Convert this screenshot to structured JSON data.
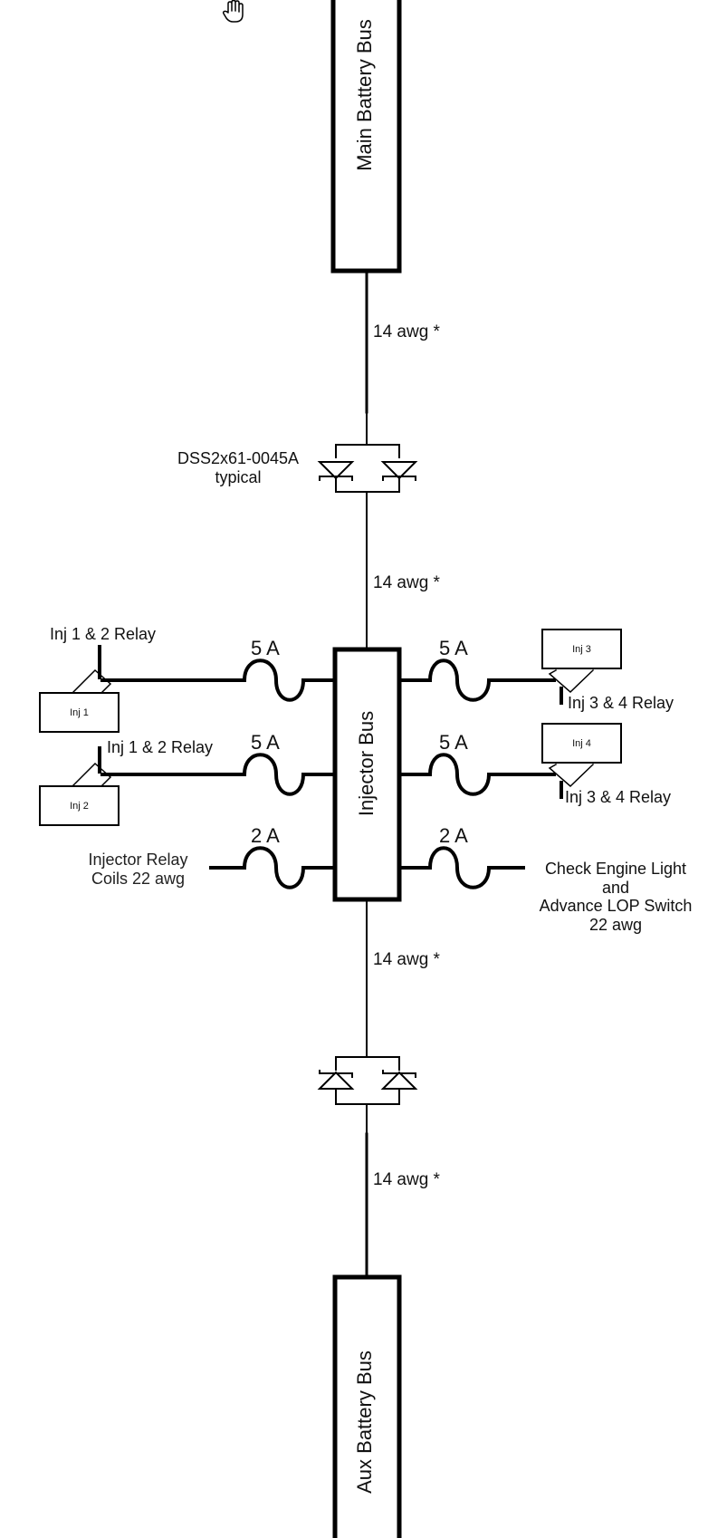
{
  "diagram": {
    "title": "Injector Bus Wiring Schematic",
    "buses": {
      "main": {
        "label": "Main Battery Bus"
      },
      "injector": {
        "label": "Injector Bus"
      },
      "aux": {
        "label": "Aux Battery Bus"
      }
    },
    "wire_labels": {
      "main_to_diode": "14 awg *",
      "diode_to_injector": "14 awg *",
      "injector_to_diode": "14 awg *",
      "diode_to_aux": "14 awg *"
    },
    "diode": {
      "part_number": "DSS2x61-0045A",
      "note": "typical"
    },
    "left_branches": [
      {
        "fuse": "5 A",
        "relay_label": "Inj 1 & 2 Relay",
        "injector": "Inj 1"
      },
      {
        "fuse": "5 A",
        "relay_label": "Inj 1 & 2 Relay",
        "injector": "Inj 2"
      },
      {
        "fuse": "2 A",
        "load_line1": "Injector Relay",
        "load_line2": "Coils 22 awg"
      }
    ],
    "right_branches": [
      {
        "fuse": "5 A",
        "relay_label": "Inj 3 & 4 Relay",
        "injector": "Inj 3"
      },
      {
        "fuse": "5 A",
        "relay_label": "Inj 3 & 4 Relay",
        "injector": "Inj 4"
      },
      {
        "fuse": "2 A",
        "load_line1": "Check Engine Light",
        "load_line2": "and",
        "load_line3": "Advance LOP Switch",
        "load_line4": "22 awg"
      }
    ],
    "cursor": "hand-cursor"
  }
}
